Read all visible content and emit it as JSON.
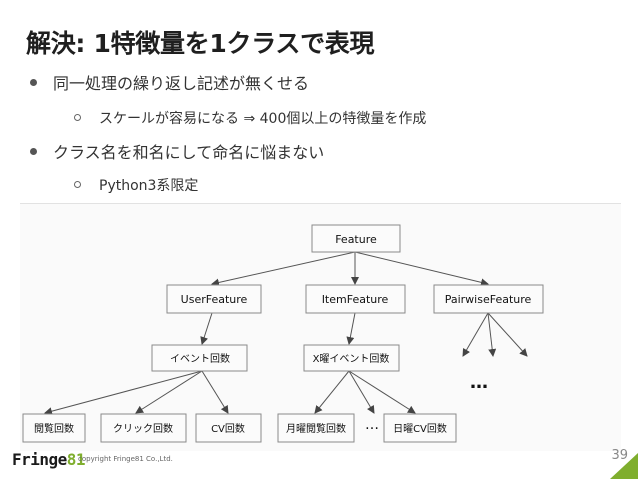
{
  "slide": {
    "title": "解決: 1特徴量を1クラスで表現",
    "bullets": [
      {
        "text": "同一処理の繰り返し記述が無くせる",
        "sub": "スケールが容易になる ⇒ 400個以上の特徴量を作成"
      },
      {
        "text": "クラス名を和名にして命名に悩まない",
        "sub": "Python3系限定"
      }
    ]
  },
  "diagram": {
    "nodes": {
      "feature": "Feature",
      "user_feature": "UserFeature",
      "item_feature": "ItemFeature",
      "pairwise_feature": "PairwiseFeature",
      "event_count": "イベント回数",
      "x_day_event_count": "X曜イベント回数",
      "view_count": "閲覧回数",
      "click_count": "クリック回数",
      "cv_count": "CV回数",
      "monday_view_count": "月曜閲覧回数",
      "sunday_cv_count": "日曜CV回数"
    },
    "ellipsis": "…",
    "pairwise_ellipsis": "…"
  },
  "footer": {
    "logo_main": "Fringe",
    "logo_accent": "81",
    "copyright": "copyright Fringe81 Co.,Ltd.",
    "page_number": "39"
  },
  "colors": {
    "accent": "#7fae2e"
  }
}
